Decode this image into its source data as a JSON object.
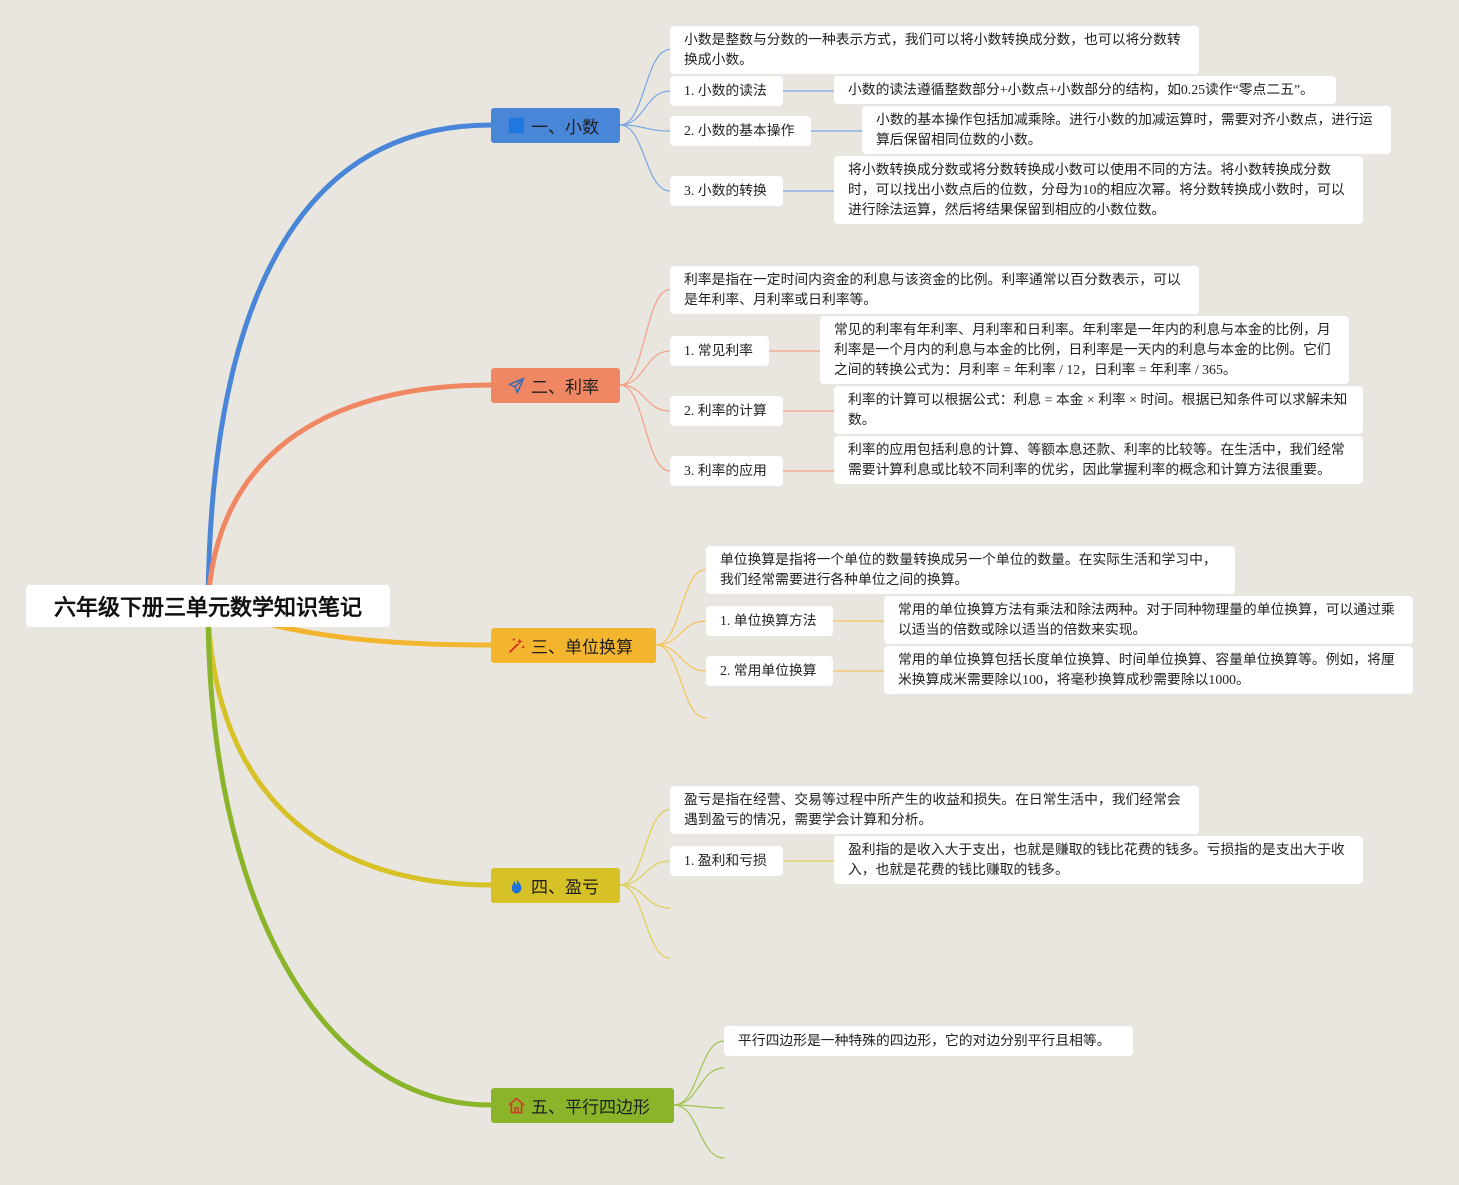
{
  "root": {
    "title": "六年级下册三单元数学知识笔记"
  },
  "branches": [
    {
      "title": "一、小数",
      "icon": "blue-square-icon",
      "color": "#4a86d8",
      "description": "小数是整数与分数的一种表示方式，我们可以将小数转换成分数，也可以将分数转换成小数。",
      "topics": [
        {
          "label": "1. 小数的读法",
          "detail": "小数的读法遵循整数部分+小数点+小数部分的结构，如0.25读作“零点二五”。"
        },
        {
          "label": "2. 小数的基本操作",
          "detail": "小数的基本操作包括加减乘除。进行小数的加减运算时，需要对齐小数点，进行运算后保留相同位数的小数。"
        },
        {
          "label": "3. 小数的转换",
          "detail": "将小数转换成分数或将分数转换成小数可以使用不同的方法。将小数转换成分数时，可以找出小数点后的位数，分母为10的相应次幂。将分数转换成小数时，可以进行除法运算，然后将结果保留到相应的小数位数。"
        }
      ]
    },
    {
      "title": "二、利率",
      "icon": "paper-plane-icon",
      "color": "#f08763",
      "description": "利率是指在一定时间内资金的利息与该资金的比例。利率通常以百分数表示，可以是年利率、月利率或日利率等。",
      "topics": [
        {
          "label": "1. 常见利率",
          "detail": "常见的利率有年利率、月利率和日利率。年利率是一年内的利息与本金的比例，月利率是一个月内的利息与本金的比例，日利率是一天内的利息与本金的比例。它们之间的转换公式为：月利率 = 年利率 / 12，日利率 = 年利率 / 365。"
        },
        {
          "label": "2. 利率的计算",
          "detail": "利率的计算可以根据公式：利息 = 本金 × 利率 × 时间。根据已知条件可以求解未知数。"
        },
        {
          "label": "3. 利率的应用",
          "detail": "利率的应用包括利息的计算、等额本息还款、利率的比较等。在生活中，我们经常需要计算利息或比较不同利率的优劣，因此掌握利率的概念和计算方法很重要。"
        }
      ]
    },
    {
      "title": "三、单位换算",
      "icon": "magic-wand-icon",
      "color": "#f4b52e",
      "description": "单位换算是指将一个单位的数量转换成另一个单位的数量。在实际生活和学习中，我们经常需要进行各种单位之间的换算。",
      "topics": [
        {
          "label": "1. 单位换算方法",
          "detail": "常用的单位换算方法有乘法和除法两种。对于同种物理量的单位换算，可以通过乘以适当的倍数或除以适当的倍数来实现。"
        },
        {
          "label": "2. 常用单位换算",
          "detail": "常用的单位换算包括长度单位换算、时间单位换算、容量单位换算等。例如，将厘米换算成米需要除以100，将毫秒换算成秒需要除以1000。"
        }
      ]
    },
    {
      "title": "四、盈亏",
      "icon": "flame-icon",
      "color": "#d6c126",
      "description": "盈亏是指在经营、交易等过程中所产生的收益和损失。在日常生活中，我们经常会遇到盈亏的情况，需要学会计算和分析。",
      "topics": [
        {
          "label": "1. 盈利和亏损",
          "detail": "盈利指的是收入大于支出，也就是赚取的钱比花费的钱多。亏损指的是支出大于收入，也就是花费的钱比赚取的钱多。"
        }
      ]
    },
    {
      "title": "五、平行四边形",
      "icon": "house-icon",
      "color": "#8ab429",
      "description": "平行四边形是一种特殊的四边形，它的对边分别平行且相等。"
    }
  ]
}
